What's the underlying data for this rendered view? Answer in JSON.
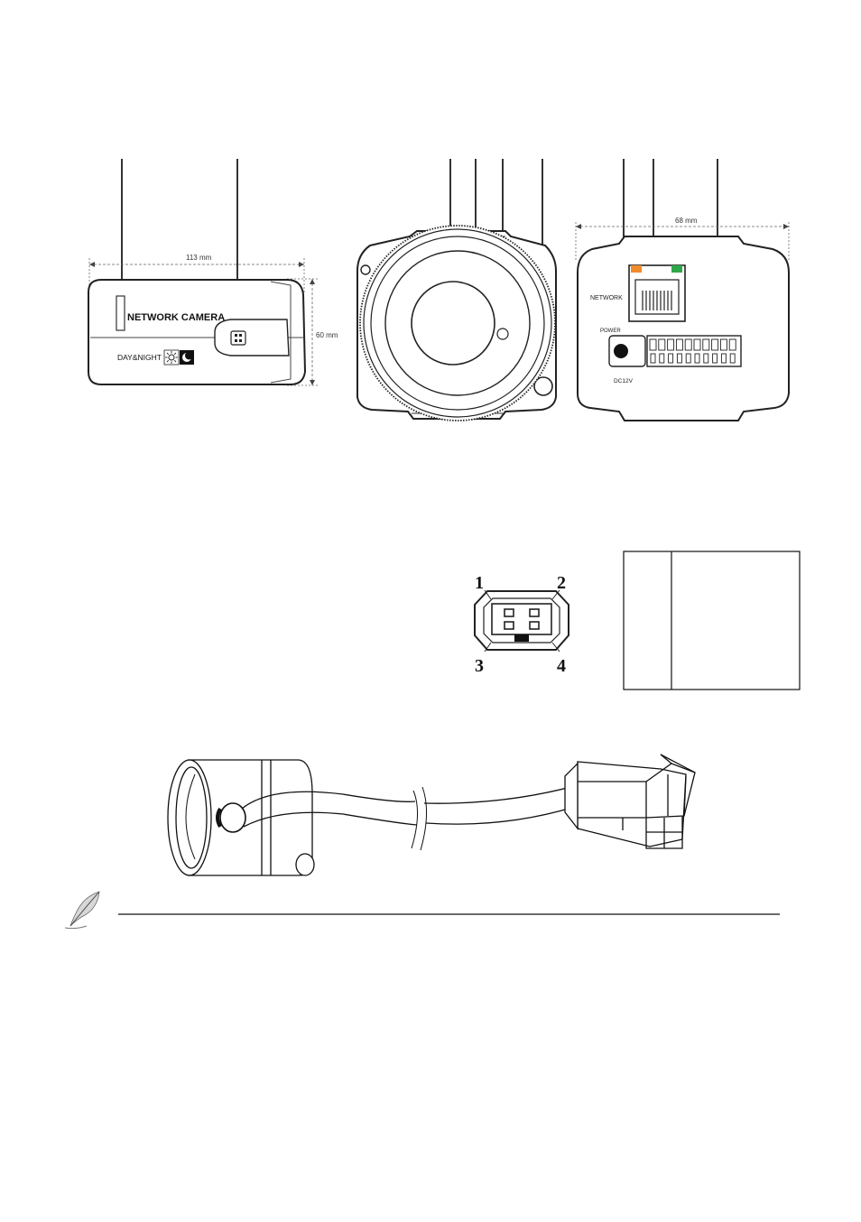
{
  "side_view": {
    "brand_label": "NETWORK CAMERA",
    "daynight_label": "DAY&NIGHT",
    "width_dim": "113 mm",
    "height_dim": "60 mm"
  },
  "rear_view": {
    "width_dim": "68 mm",
    "network_label": "NETWORK",
    "power_label": "POWER",
    "dc_label": "DC12V"
  },
  "connector": {
    "pin1": "1",
    "pin2": "2",
    "pin3": "3",
    "pin4": "4"
  },
  "icons": {
    "note": "feather-pen-icon",
    "sun": "sun-icon",
    "moon": "moon-icon"
  },
  "colors": {
    "link_led": "#f08a2c",
    "act_led": "#2fa84a"
  }
}
